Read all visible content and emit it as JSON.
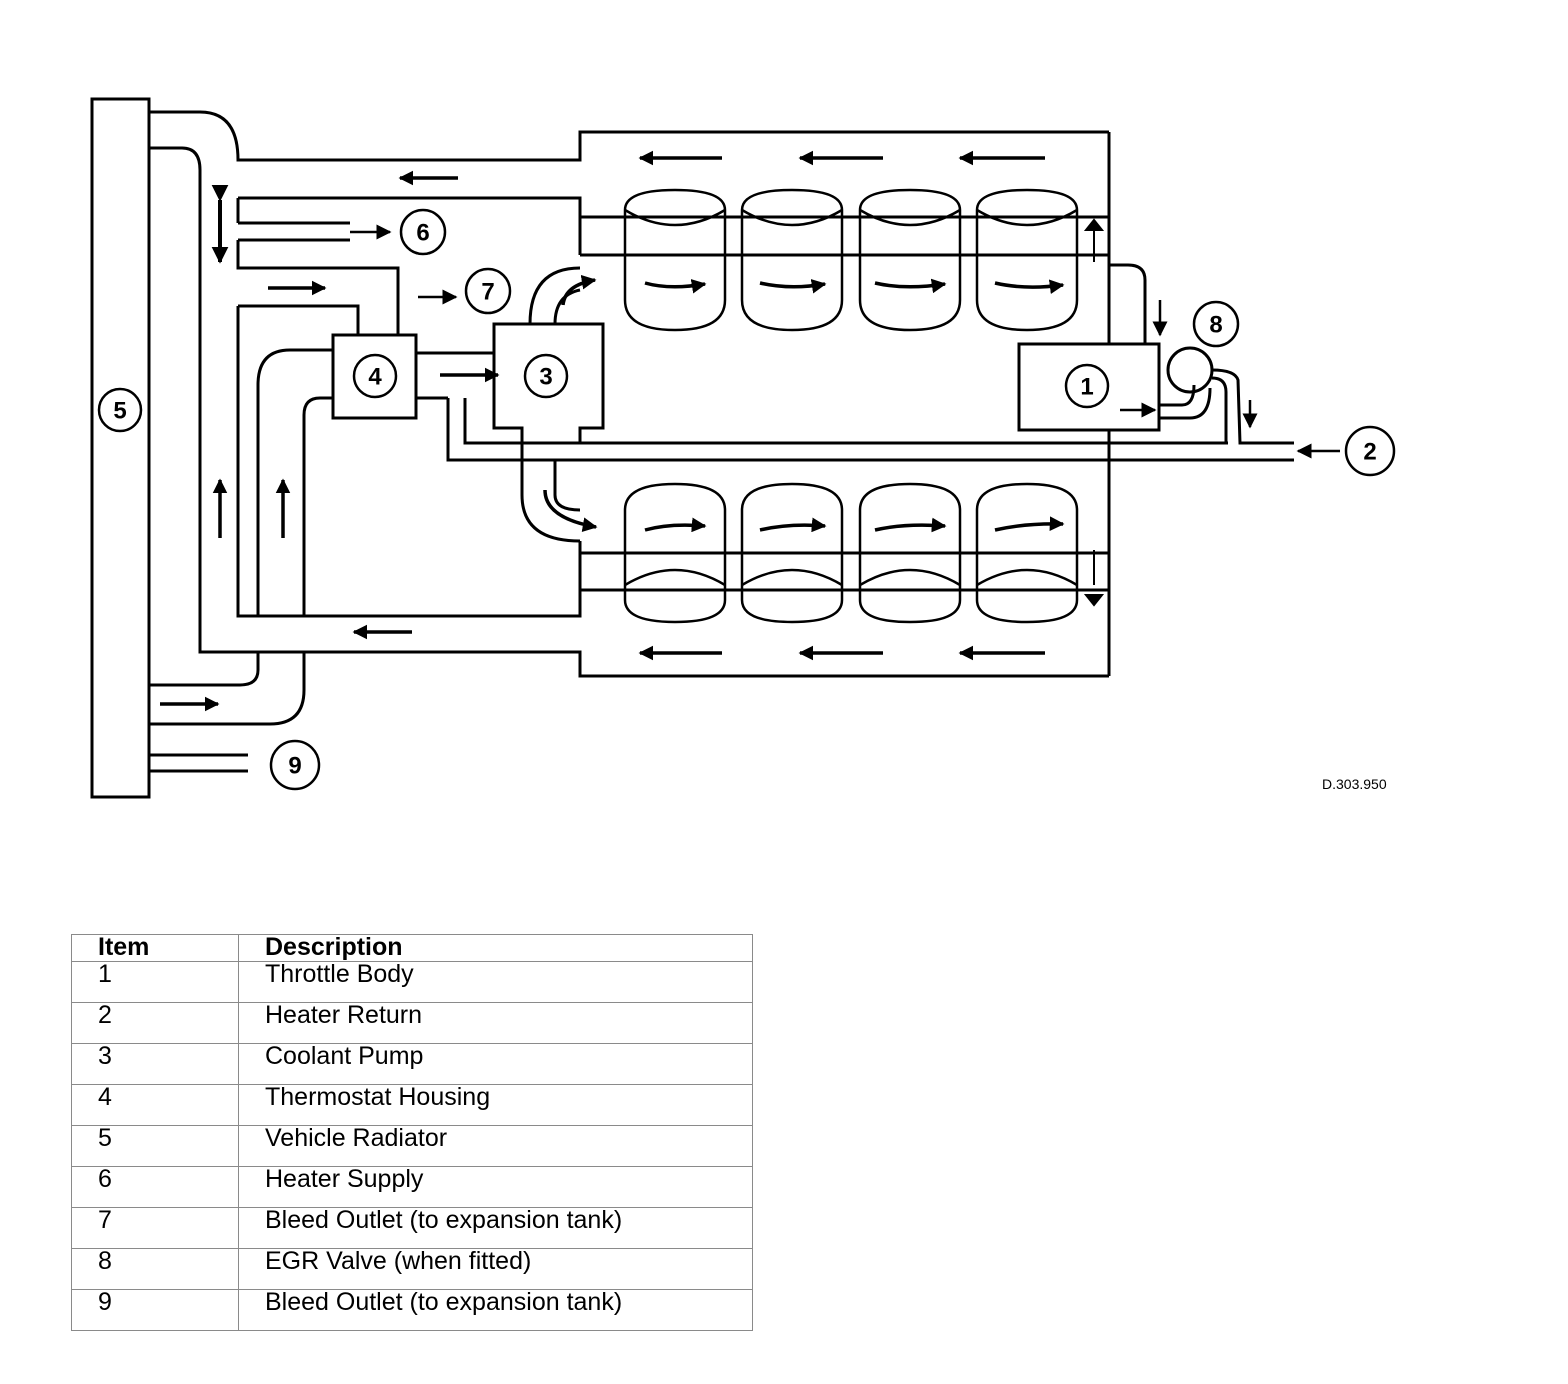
{
  "diagram": {
    "callouts": [
      {
        "id": "1",
        "name": "throttle-body"
      },
      {
        "id": "2",
        "name": "heater-return"
      },
      {
        "id": "3",
        "name": "coolant-pump"
      },
      {
        "id": "4",
        "name": "thermostat-housing"
      },
      {
        "id": "5",
        "name": "vehicle-radiator"
      },
      {
        "id": "6",
        "name": "heater-supply"
      },
      {
        "id": "7",
        "name": "bleed-outlet-top"
      },
      {
        "id": "8",
        "name": "egr-valve"
      },
      {
        "id": "9",
        "name": "bleed-outlet-bottom"
      }
    ],
    "reference_code": "D.303.950"
  },
  "legend": {
    "header_item": "Item",
    "header_description": "Description",
    "rows": [
      {
        "item": "1",
        "description": "Throttle Body"
      },
      {
        "item": "2",
        "description": "Heater Return"
      },
      {
        "item": "3",
        "description": "Coolant Pump"
      },
      {
        "item": "4",
        "description": "Thermostat Housing"
      },
      {
        "item": "5",
        "description": "Vehicle Radiator"
      },
      {
        "item": "6",
        "description": "Heater Supply"
      },
      {
        "item": "7",
        "description": "Bleed Outlet (to expansion tank)"
      },
      {
        "item": "8",
        "description": "EGR Valve (when fitted)"
      },
      {
        "item": "9",
        "description": "Bleed Outlet (to expansion tank)"
      }
    ]
  }
}
